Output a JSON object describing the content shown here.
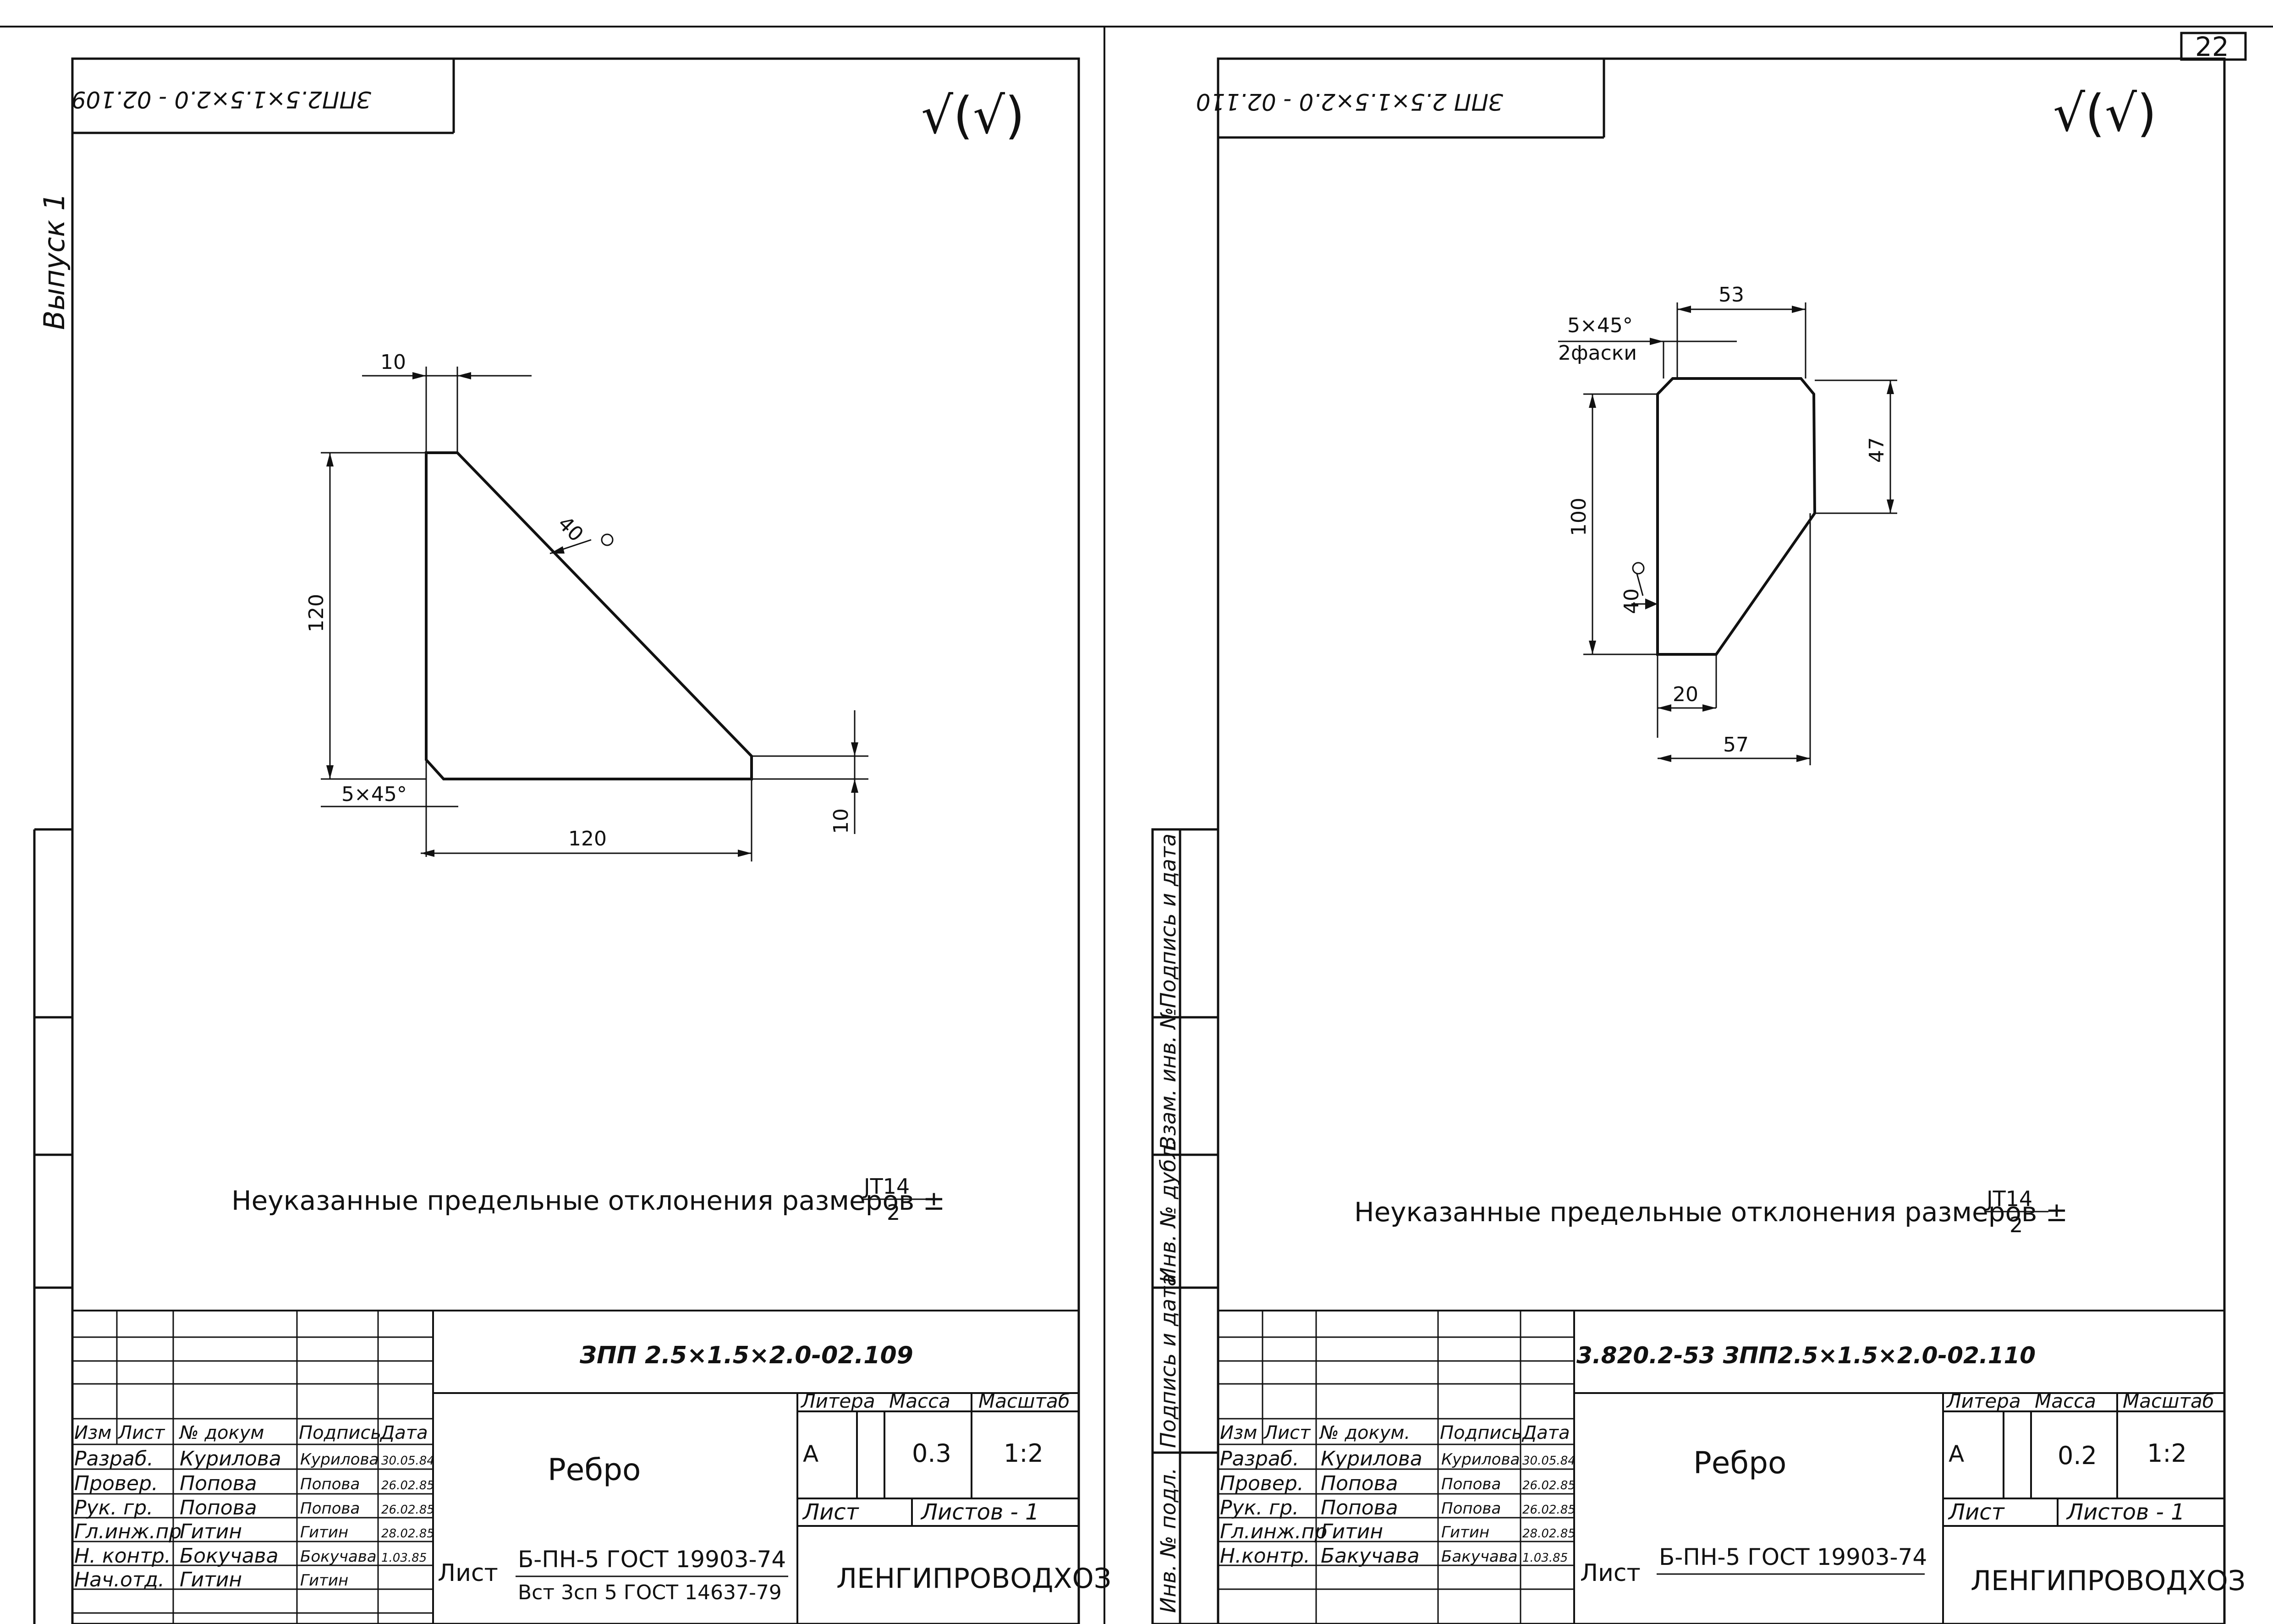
{
  "page_number": "22",
  "issue_label": "Выпуск 1",
  "side_stamp_labels": [
    "Подпись и дата",
    "Взам. инв. №",
    "Инв. № дубл.",
    "Подпись и дата",
    "Инв. № подл."
  ],
  "sheets": [
    {
      "mirrored_code": "ЗПП2.5×1.5×2.0 - 02.109",
      "roughness_mark": "√(√)",
      "dims": {
        "chamfer_width": "10",
        "height": "120",
        "radius": "40",
        "chamfer_note": "5×45°",
        "base_width": "120",
        "bottom_offset": "10"
      },
      "note_text": "Неуказанные предельные отклонения размеров ±",
      "note_numerator": "JT14",
      "note_denominator": "2",
      "title_block": {
        "doc_code": "ЗПП 2.5×1.5×2.0-02.109",
        "part_name": "Ребро",
        "header_cols": [
          "Изм",
          "Лист",
          "№ докум",
          "Подпись",
          "Дата"
        ],
        "rows": [
          {
            "role": "Разраб.",
            "name": "Курилова",
            "sign": "Курилова",
            "date": "30.05.84"
          },
          {
            "role": "Провер.",
            "name": "Попова",
            "sign": "Попова",
            "date": "26.02.85"
          },
          {
            "role": "Рук. гр.",
            "name": "Попова",
            "sign": "Попова",
            "date": "26.02.85"
          },
          {
            "role": "Гл.инж.пр",
            "name": "Гитин",
            "sign": "Гитин",
            "date": "28.02.85"
          },
          {
            "role": "Н. контр.",
            "name": "Бокучава",
            "sign": "Бокучава",
            "date": "1.03.85"
          },
          {
            "role": "Нач.отд.",
            "name": "Гитин",
            "sign": "Гитин",
            "date": ""
          }
        ],
        "litera_label": "Литера",
        "mass_label": "Масса",
        "scale_label": "Масштаб",
        "litera": "А",
        "mass": "0.3",
        "scale": "1:2",
        "sheet_label": "Лист",
        "sheets_label": "Листов - 1",
        "material_label": "Лист",
        "material_top": "Б-ПН-5 ГОСТ 19903-74",
        "material_bottom": "Вст 3сп 5 ГОСТ 14637-79",
        "organization": "ЛЕНГИПРОВОДХОЗ"
      }
    },
    {
      "mirrored_code": "ЗПП 2.5×1.5×2.0 - 02.110",
      "roughness_mark": "√(√)",
      "dims": {
        "top_width": "53",
        "chamfer_note": "5×45°",
        "chamfer_count": "2фаски",
        "side_height": "47",
        "height": "100",
        "radius": "40",
        "bottom_width": "20",
        "overall_width": "57"
      },
      "note_text": "Неуказанные предельные отклонения размеров ±",
      "note_numerator": "JT14",
      "note_denominator": "2",
      "title_block": {
        "doc_code": "3.820.2-53 ЗПП2.5×1.5×2.0-02.110",
        "part_name": "Ребро",
        "header_cols": [
          "Изм",
          "Лист",
          "№ докум.",
          "Подпись",
          "Дата"
        ],
        "rows": [
          {
            "role": "Разраб.",
            "name": "Курилова",
            "sign": "Курилова",
            "date": "30.05.84"
          },
          {
            "role": "Провер.",
            "name": "Попова",
            "sign": "Попова",
            "date": "26.02.85"
          },
          {
            "role": "Рук. гр.",
            "name": "Попова",
            "sign": "Попова",
            "date": "26.02.85"
          },
          {
            "role": "Гл.инж.пр",
            "name": "Гитин",
            "sign": "Гитин",
            "date": "28.02.85"
          },
          {
            "role": "Н.контр.",
            "name": "Бакучава",
            "sign": "Бакучава",
            "date": "1.03.85"
          }
        ],
        "litera_label": "Литера",
        "mass_label": "Масса",
        "scale_label": "Масштаб",
        "litera": "А",
        "mass": "0.2",
        "scale": "1:2",
        "sheet_label": "Лист",
        "sheets_label": "Листов - 1",
        "material_label": "Лист",
        "material_top": "Б-ПН-5 ГОСТ 19903-74",
        "organization": "ЛЕНГИПРОВОДХОЗ"
      }
    }
  ]
}
